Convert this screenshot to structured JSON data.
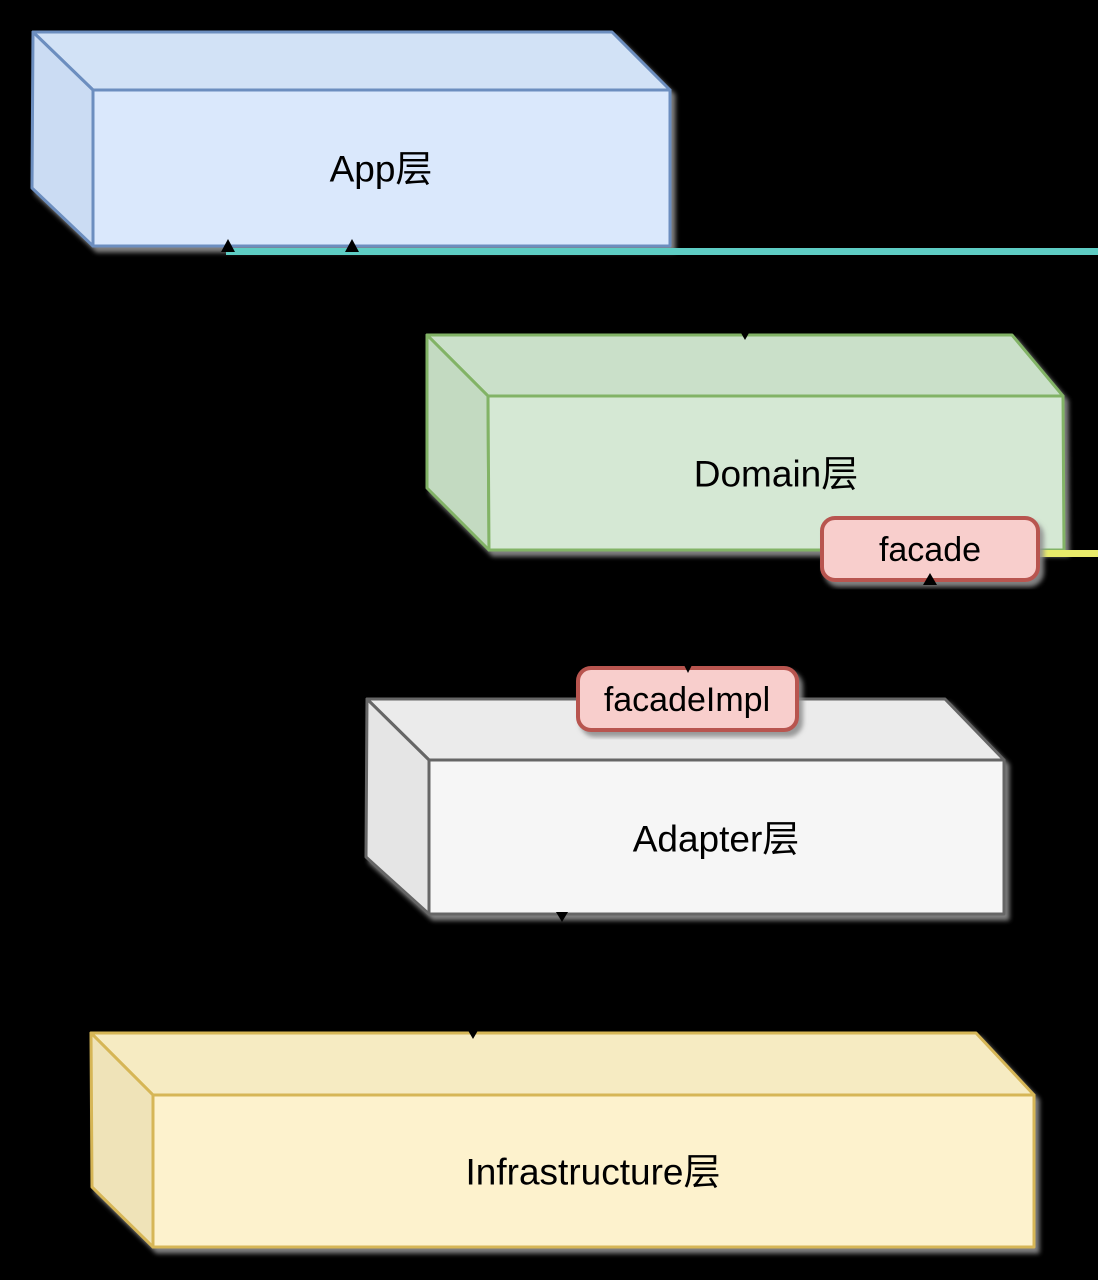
{
  "diagram": {
    "background": "#000000",
    "layers": [
      {
        "name": "App层",
        "fill": "#dae8fc",
        "top_fill": "#d2e2f6",
        "side_fill": "#cbdcf3",
        "stroke": "#6c8ebf"
      },
      {
        "name": "Domain层",
        "fill": "#d5e8d4",
        "top_fill": "#cae0c9",
        "side_fill": "#c3dac1",
        "stroke": "#82b366"
      },
      {
        "name": "Adapter层",
        "fill": "#f6f6f6",
        "top_fill": "#ebebeb",
        "side_fill": "#e5e5e5",
        "stroke": "#666666"
      },
      {
        "name": "Infrastructure层",
        "fill": "#fdf2cd",
        "top_fill": "#f6ebc2",
        "side_fill": "#efe3b8",
        "stroke": "#d6b656"
      }
    ],
    "badges": [
      {
        "name": "facade",
        "fill": "#f8cecc",
        "stroke": "#b85450"
      },
      {
        "name": "facadeImpl",
        "fill": "#f8cecc",
        "stroke": "#b85450"
      }
    ],
    "connectors": {
      "teal_line_color": "#5ecdc4",
      "yellow_line_color": "#e9eb6b",
      "arrow_color": "#000000"
    }
  }
}
